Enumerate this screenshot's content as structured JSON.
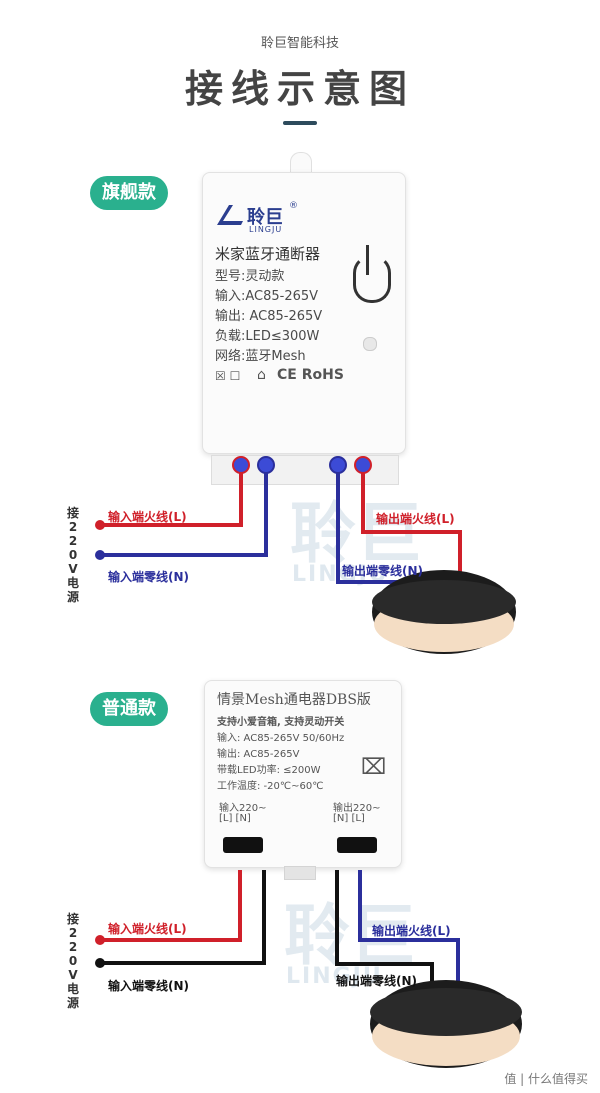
{
  "header": {
    "brand": "聆巨智能科技",
    "title": "接线示意图"
  },
  "section1": {
    "badge": "旗舰款",
    "device": {
      "logo_text": "聆巨",
      "logo_sub": "LINGJU",
      "registered": "®",
      "product_name": "米家蓝牙通断器",
      "model": "型号:灵动款",
      "input": "输入:AC85-265V",
      "output": "输出: AC85-265V",
      "load": "负载:LED≤300W",
      "network": "网络:蓝牙Mesh",
      "certs": "CE RoHS"
    },
    "side_label": "接220V电源",
    "labels": {
      "in_live": "输入端火线(L)",
      "in_neutral": "输入端零线(N)",
      "out_live": "输出端火线(L)",
      "out_neutral": "输出端零线(N)"
    },
    "colors": {
      "live": "#d0202a",
      "neutral": "#2b2f9c"
    }
  },
  "section2": {
    "badge": "普通款",
    "device": {
      "title": "情景Mesh通电器DBS版",
      "line1": "支持小爱音箱, 支持灵动开关",
      "line2": "输入: AC85-265V 50/60Hz",
      "line3": "输出: AC85-265V",
      "line4": "带载LED功率: ≤200W",
      "line5": "工作温度: -20℃~60℃",
      "input_label": "输入220~",
      "input_terms": "[L] [N]",
      "output_label": "输出220~",
      "output_terms": "[N] [L]"
    },
    "side_label": "接220V电源",
    "labels": {
      "in_live": "输入端火线(L)",
      "in_neutral": "输入端零线(N)",
      "out_live": "输出端火线(L)",
      "out_neutral": "输出端零线(N)"
    },
    "colors": {
      "live": "#d0202a",
      "neutral": "#111111",
      "out_live": "#2b2f9c"
    }
  },
  "watermark": {
    "text": "聆巨",
    "sub": "LINGJU"
  },
  "credit": "值 | 什么值得买"
}
